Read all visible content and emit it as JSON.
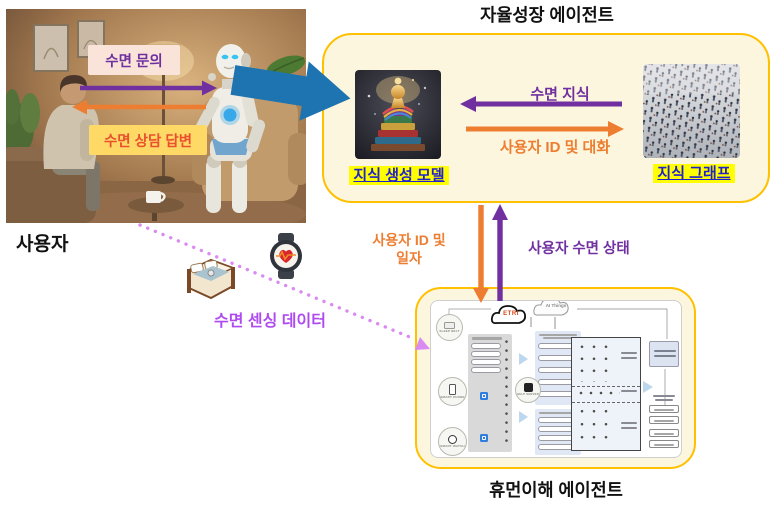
{
  "figure": {
    "type": "architecture-diagram",
    "language": "Korean"
  },
  "scene": {
    "user_label": "사용자",
    "inquiry": "수면 문의",
    "answer": "수면 상담 답변",
    "description_names": [
      "user-person",
      "counselor-robot",
      "living-room-photo"
    ]
  },
  "top_agent": {
    "title": "자율성장 에이전트",
    "model_label": "지식 생성 모델",
    "graph_label": "지식 그래프",
    "knowledge_flow": "수면 지식",
    "dialog_flow": "사용자 ID 및 대화"
  },
  "mid_flows": {
    "id_date_line1": "사용자 ID 및",
    "id_date_line2": "일자",
    "sleep_state": "사용자 수면 상태",
    "sensing": "수면 센싱 데이터"
  },
  "bottom_agent": {
    "title": "휴먼이해 에이전트",
    "cloud_etri": "ETRI",
    "cloud_ai": "AI Things",
    "device_belt": "SLEEP BELT",
    "device_phone": "SMART PHONE",
    "device_watch": "SMART WATCH",
    "server": "HELP SERVER"
  },
  "colors": {
    "box_border": "#ffc000",
    "box_bg": "#fdf6de",
    "purple": "#7030a0",
    "orange": "#ed7d31",
    "big_arrow_blue": "#1d74b0",
    "pink_dotted": "#d98bf2",
    "sensing_text": "#ae4bf0",
    "highlight_bg": "#ffff00",
    "highlight_text": "#2222cc",
    "inquiry_bg": "#fae4da",
    "answer_bg": "#ffd966"
  }
}
